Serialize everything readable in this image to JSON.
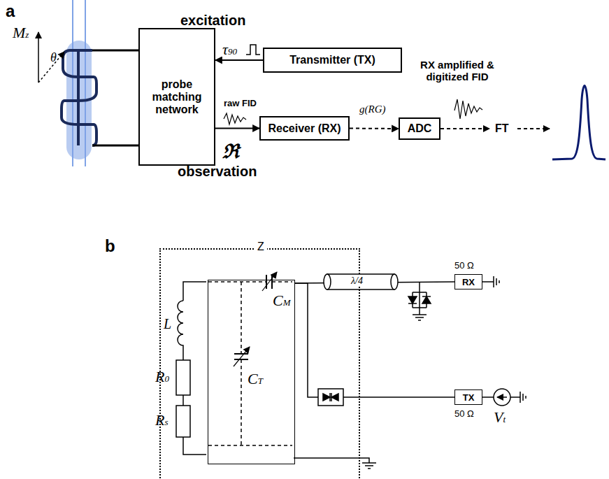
{
  "diagram": {
    "nodes": [
      {
        "text": [
          "probe matching network"
        ]
      },
      {
        "text": [
          "Transmitter (TX)"
        ]
      },
      {
        "text": [
          "Receiver (RX)"
        ]
      },
      {
        "text": [
          "ADC"
        ]
      },
      {
        "text": [
          "Z"
        ]
      },
      {
        "text": [
          "CM",
          "CT"
        ],
        "in": 4
      },
      {
        "text": [
          "RX"
        ]
      },
      {
        "text": [
          "TX"
        ]
      }
    ],
    "edges": [
      {
        "from": 1,
        "to": 0,
        "arrow": "to"
      },
      {
        "from": 0,
        "to": 2,
        "label": "raw FID",
        "arrow": "to"
      },
      {
        "from": 2,
        "to": 3,
        "label": "g(RG)",
        "arrow": "to"
      },
      {
        "from": 5,
        "to": 6,
        "arrow": "none"
      },
      {
        "from": 5,
        "to": 7,
        "arrow": "none"
      }
    ],
    "labels": [
      "a",
      "excitation",
      "Mz",
      "θ",
      "τ90",
      "ℜ",
      "observation",
      "RX amplified & digitized FID",
      "FT",
      "b",
      "L",
      "R0",
      "Rs",
      "λ/4",
      "50 Ω",
      "50 Ω",
      "Vt"
    ]
  }
}
